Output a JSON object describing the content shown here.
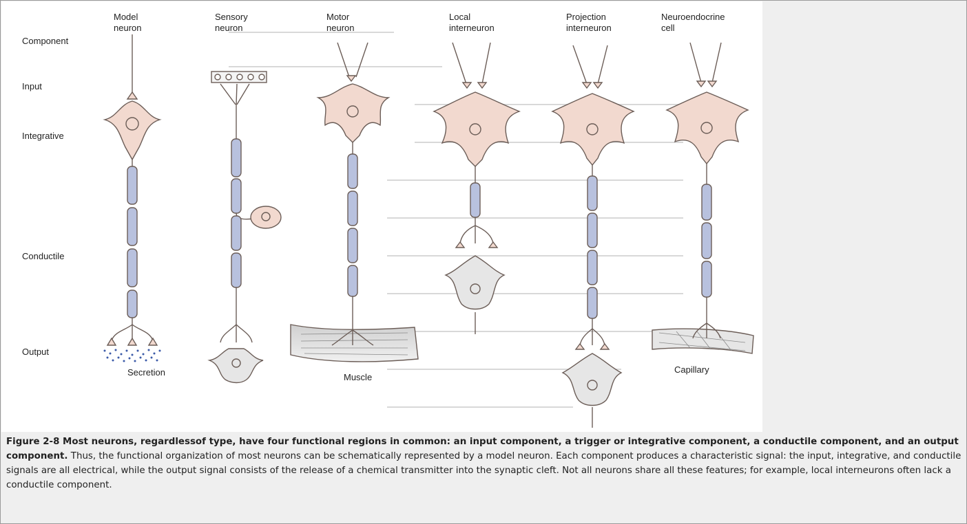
{
  "figure": {
    "column_titles": [
      [
        "Model",
        "neuron"
      ],
      [
        "Sensory",
        "neuron"
      ],
      [
        "Motor",
        "neuron"
      ],
      [
        "Local",
        "interneuron"
      ],
      [
        "Projection",
        "interneuron"
      ],
      [
        "Neuroendocrine",
        "cell"
      ]
    ],
    "row_labels": [
      "Component",
      "Input",
      "Integrative",
      "Conductile",
      "Output"
    ],
    "annotations": {
      "secretion": "Secretion",
      "muscle": "Muscle",
      "capillary": "Capillary"
    },
    "colors": {
      "soma_fill": "#f2d9cf",
      "soma_stroke": "#6b5d57",
      "axon_fill": "#b8c1de",
      "target_fill": "#e6e6e6",
      "secretion_dots": "#3b5aa8"
    }
  },
  "caption": {
    "bold": "Figure 2-8 Most neurons, regardlessof type, have four functional regions in common: an input component, a trigger or integrative component, a conductile component, and an output component.",
    "text": " Thus, the functional organization of most neurons can be schematically represented by a model neuron. Each component produces a characteristic signal: the input, integrative, and conductile signals are all electrical, while the output signal consists of the release of a chemical transmitter into the synaptic cleft. Not all neurons share all these features; for example, local interneurons often lack a conductile component."
  }
}
